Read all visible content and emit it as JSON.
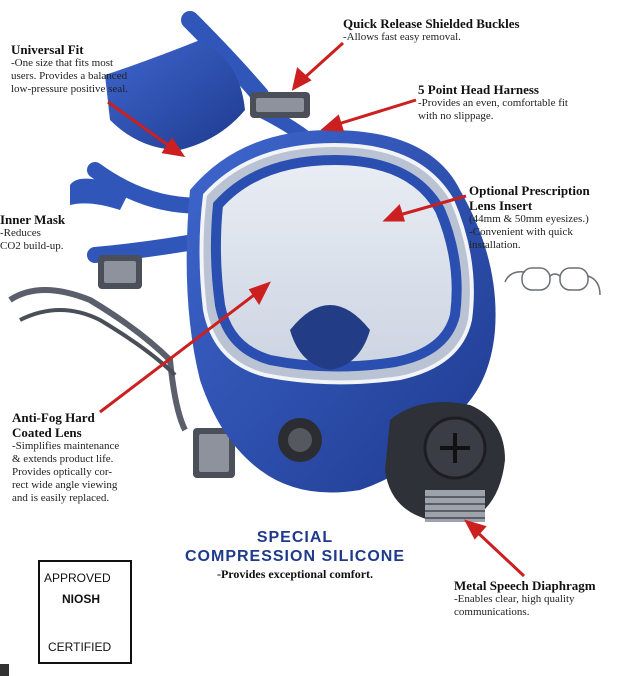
{
  "callouts": {
    "universal_fit": {
      "title": "Universal Fit",
      "desc": "-One size that fits most\nusers. Provides a balanced\nlow-pressure positive seal."
    },
    "quick_release": {
      "title": "Quick Release Shielded Buckles",
      "desc": "-Allows fast easy removal."
    },
    "head_harness": {
      "title": "5 Point Head Harness",
      "desc": "-Provides an even, comfortable fit\nwith no slippage."
    },
    "inner_mask": {
      "title": "Inner Mask",
      "desc": "-Reduces\nCO2 build-up."
    },
    "prescription": {
      "title": "Optional Prescription\nLens Insert",
      "desc": "(44mm & 50mm eyesizes.)\n-Convenient with quick\ninstallation."
    },
    "anti_fog": {
      "title": "Anti-Fog Hard\nCoated Lens",
      "desc": "-Simplifies maintenance\n& extends product life.\nProvides optically cor-\nrect wide angle viewing\nand is easily replaced."
    },
    "speech": {
      "title": "Metal Speech Diaphragm",
      "desc": "-Enables clear, high quality\ncommunications."
    }
  },
  "special": {
    "line1": "SPECIAL",
    "line2": "COMPRESSION SILICONE",
    "line3": "-Provides exceptional comfort."
  },
  "niosh": {
    "approved": "APPROVED",
    "niosh": "NIOSH",
    "certified": "CERTIFIED"
  },
  "colors": {
    "mask_blue": "#2a4fb0",
    "arrow_red": "#cc1f1f",
    "heading_blue": "#1f3a8a",
    "check_purple": "#7a3f9c"
  }
}
